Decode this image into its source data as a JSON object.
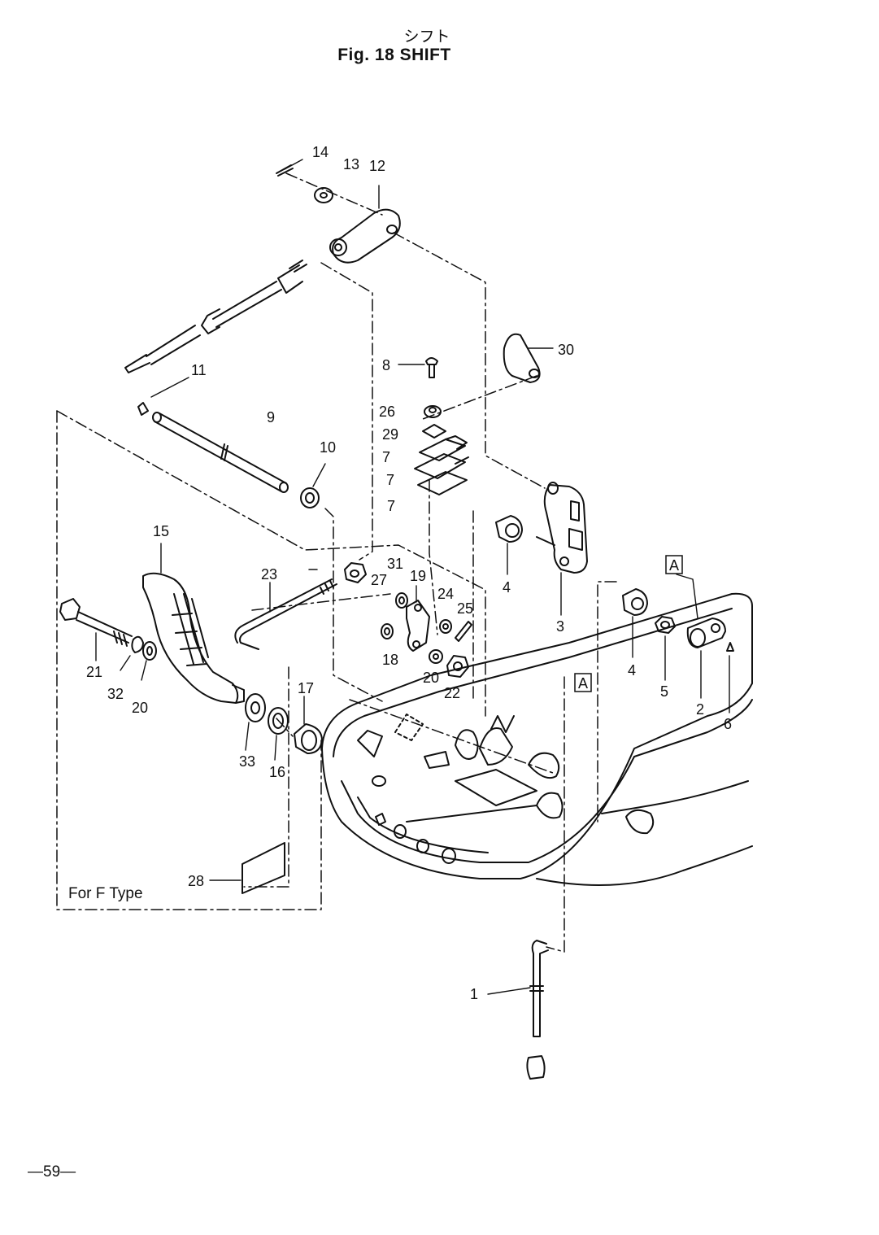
{
  "header": {
    "title_jp": "シフト",
    "title_en": "Fig. 18   SHIFT"
  },
  "page_number": "—59—",
  "variant_note": "For  F  Type",
  "section_marker": "A",
  "callouts": {
    "p1": "1",
    "p2": "2",
    "p3": "3",
    "p4a": "4",
    "p4b": "4",
    "p5": "5",
    "p6": "6",
    "p7a": "7",
    "p7b": "7",
    "p7c": "7",
    "p8": "8",
    "p9": "9",
    "p10": "10",
    "p11": "11",
    "p12": "12",
    "p13": "13",
    "p14": "14",
    "p15": "15",
    "p16": "16",
    "p17": "17",
    "p18": "18",
    "p19": "19",
    "p20a": "20",
    "p20b": "20",
    "p21": "21",
    "p22": "22",
    "p23": "23",
    "p24": "24",
    "p25": "25",
    "p26": "26",
    "p27": "27",
    "p28": "28",
    "p29": "29",
    "p30": "30",
    "p31": "31",
    "p32": "32",
    "p33": "33"
  }
}
